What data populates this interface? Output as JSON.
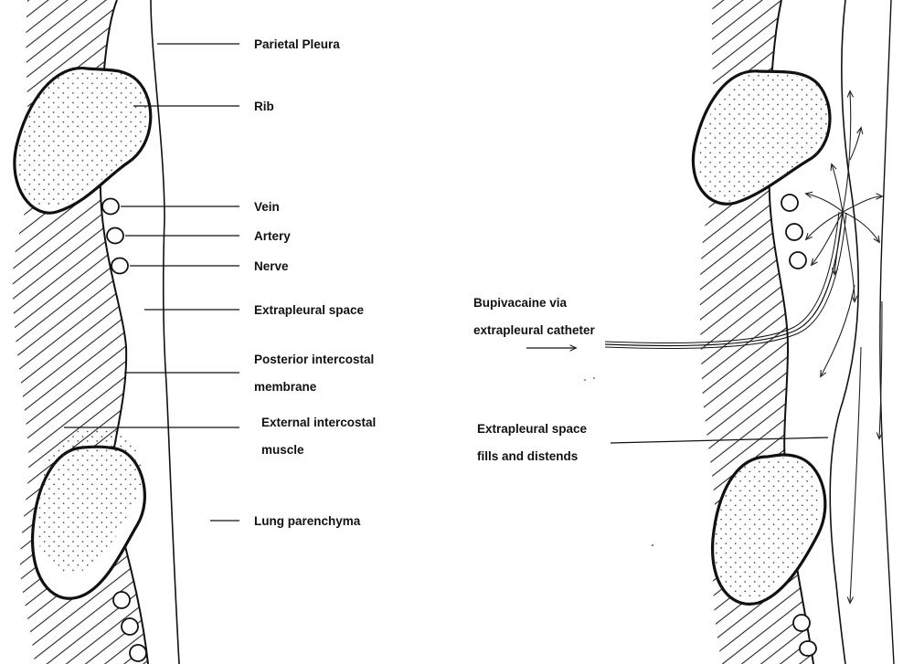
{
  "labels": {
    "parietal_pleura": "Parietal Pleura",
    "rib": "Rib",
    "vein": "Vein",
    "artery": "Artery",
    "nerve": "Nerve",
    "extrapleural_space": "Extrapleural space",
    "posterior_intercostal_membrane": [
      "Posterior intercostal",
      "membrane"
    ],
    "external_intercostal_muscle": [
      "External intercostal",
      "muscle"
    ],
    "lung_parenchyma": "Lung parenchyma",
    "bupivacaine": [
      "Bupivacaine via",
      "extrapleural catheter"
    ],
    "space_fills": [
      "Extrapleural space",
      "fills and distends"
    ]
  }
}
